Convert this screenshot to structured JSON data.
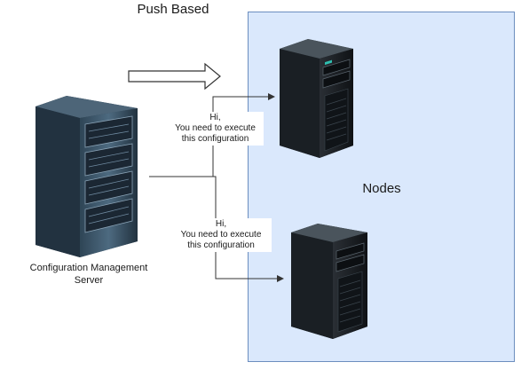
{
  "diagram": {
    "title": "Push Based",
    "nodes_label": "Nodes",
    "server_label_line1": "Configuration Management",
    "server_label_line2": "Server",
    "message_top": {
      "line1": "Hi,",
      "line2": "You need to execute",
      "line3": "this configuration"
    },
    "message_bottom": {
      "line1": "Hi,",
      "line2": "You need to execute",
      "line3": "this configuration"
    }
  },
  "colors": {
    "nodes_fill": "#dae8fc",
    "nodes_border": "#6c8ebf",
    "connector": "#333333"
  },
  "icons": [
    "server-rack-icon",
    "tower-server-icon",
    "block-arrow-icon"
  ]
}
